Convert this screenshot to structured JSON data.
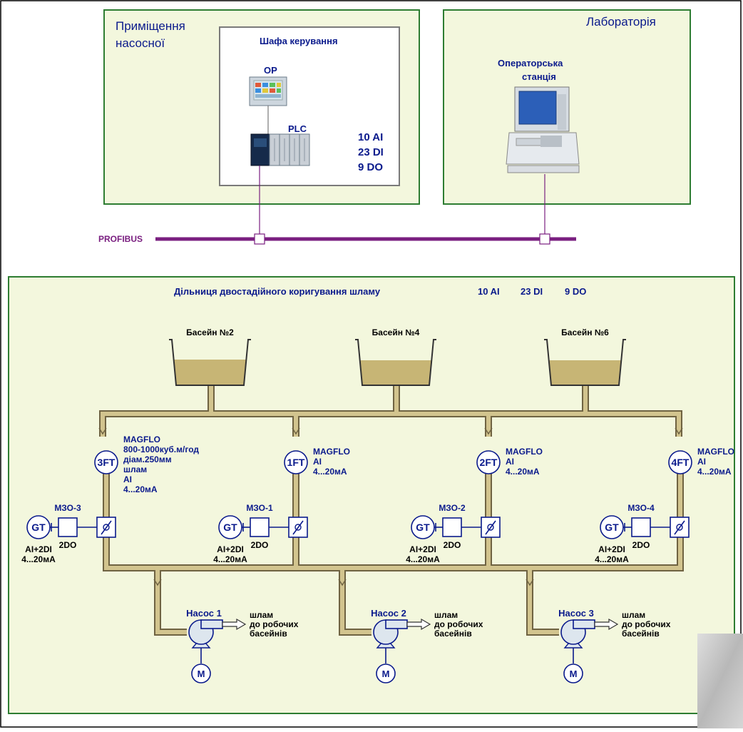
{
  "rooms": {
    "pump_room": "Приміщення\nнасосної",
    "laboratory": "Лабораторія"
  },
  "cabinet": {
    "title": "Шафа керування",
    "op_label": "OP",
    "plc_label": "PLC",
    "io_counts": [
      "10 AI",
      "23 DI",
      " 9  DO"
    ]
  },
  "operator_station": {
    "label": "Операторська\nстанція"
  },
  "network": {
    "label": "PROFIBUS"
  },
  "section": {
    "title": "Дільниця двостадійного коригування шламу",
    "io_ai": "10 AI",
    "io_di": "23 DI",
    "io_do": "9 DO"
  },
  "tanks": [
    {
      "label": "Басейн №2"
    },
    {
      "label": "Басейн №4"
    },
    {
      "label": "Басейн №6"
    }
  ],
  "branches": [
    {
      "flowmeter": "3FT",
      "spec": [
        "MAGFLO",
        "800-1000куб.м/год",
        "діам.250мм",
        "шлам",
        "AI",
        "4...20мА"
      ],
      "actuator": "МЗО-3",
      "gt": "GT",
      "gt_io": [
        "AI+2DI",
        "4...20мА"
      ],
      "do": "2DO"
    },
    {
      "flowmeter": "1FT",
      "spec": [
        "MAGFLO",
        "AI",
        "4...20мА"
      ],
      "actuator": "МЗО-1",
      "gt": "GT",
      "gt_io": [
        "AI+2DI",
        "4...20мА"
      ],
      "do": "2DO"
    },
    {
      "flowmeter": "2FT",
      "spec": [
        "MAGFLO",
        "AI",
        "4...20мА"
      ],
      "actuator": "МЗО-2",
      "gt": "GT",
      "gt_io": [
        "AI+2DI",
        "4...20мА"
      ],
      "do": "2DO"
    },
    {
      "flowmeter": "4FT",
      "spec": [
        "MAGFLO",
        "AI",
        "4...20мА"
      ],
      "actuator": "МЗО-4",
      "gt": "GT",
      "gt_io": [
        "AI+2DI",
        "4...20мА"
      ],
      "do": "2DO"
    }
  ],
  "pumps": [
    {
      "label": "Насос 1",
      "motor": "M",
      "out": [
        "шлам",
        "до робочих",
        "басейнів"
      ]
    },
    {
      "label": "Насос 2",
      "motor": "M",
      "out": [
        "шлам",
        "до робочих",
        "басейнів"
      ]
    },
    {
      "label": "Насос 3",
      "motor": "M",
      "out": [
        "шлам",
        "до робочих",
        "басейнів"
      ]
    }
  ],
  "colors": {
    "room_border": "#2e7d32",
    "room_fill": "#f3f7dd",
    "cabinet_border": "#7a7a7a",
    "profibus": "#7a1f80",
    "pipe_fill": "#d2c48e",
    "pipe_edge": "#6f6342",
    "slurry": "#c7b575",
    "label_blue": "#0a1a8c"
  }
}
